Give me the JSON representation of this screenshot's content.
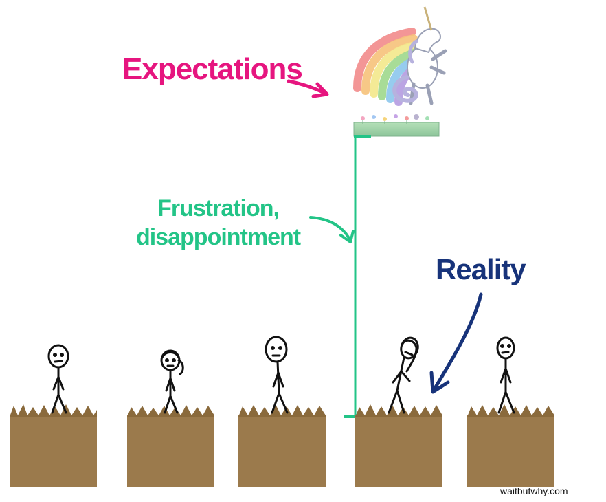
{
  "labels": {
    "expectations": "Expectations",
    "frustration_line1": "Frustration,",
    "frustration_line2": "disappointment",
    "reality": "Reality"
  },
  "credit": "waitbutwhy.com",
  "colors": {
    "expectations": "#e6157f",
    "frustration": "#23c487",
    "reality": "#17337a",
    "dirt": "#9b7a4c",
    "grass": "#8a6a3c",
    "ink": "#111111"
  },
  "icons": {
    "top": "unicorn-rainbow-icon",
    "figures": "stick-figure-icon"
  }
}
